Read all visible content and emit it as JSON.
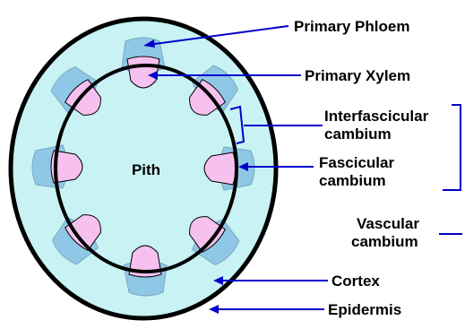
{
  "diagram": {
    "center_label": "Pith",
    "labels": {
      "primary_phloem": "Primary Phloem",
      "primary_xylem": "Primary Xylem",
      "interfascicular_cambium_line1": "Interfascicular",
      "interfascicular_cambium_line2": "cambium",
      "fascicular_cambium_line1": "Fascicular",
      "fascicular_cambium_line2": "cambium",
      "vascular_cambium_line1": "Vascular",
      "vascular_cambium_line2": "cambium",
      "cortex": "Cortex",
      "epidermis": "Epidermis"
    },
    "colors": {
      "cortex_fill": "#c8f2f4",
      "phloem_fill": "#8fc8e6",
      "xylem_fill": "#f6c1ee",
      "outline": "#000000",
      "pointer_lines": "#0000cc"
    }
  }
}
